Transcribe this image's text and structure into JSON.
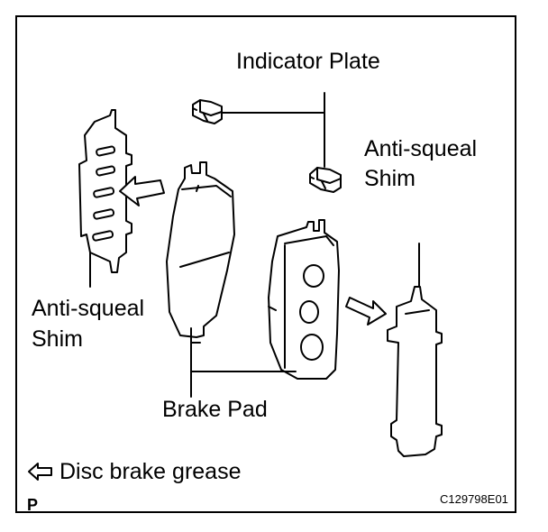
{
  "labels": {
    "indicator_plate": "Indicator Plate",
    "anti_squeal_shim_right": [
      "Anti-squeal",
      "Shim"
    ],
    "anti_squeal_shim_left": [
      "Anti-squeal",
      "Shim"
    ],
    "brake_pad": "Brake Pad",
    "legend_text": "Disc brake grease",
    "corner_code": "P",
    "figure_code": "C129798E01"
  },
  "icons": {
    "legend_arrow": "hollow-left-arrow-icon",
    "grease_arrow": "hollow-arrow-icon"
  },
  "colors": {
    "line": "#000000",
    "background": "#ffffff"
  }
}
